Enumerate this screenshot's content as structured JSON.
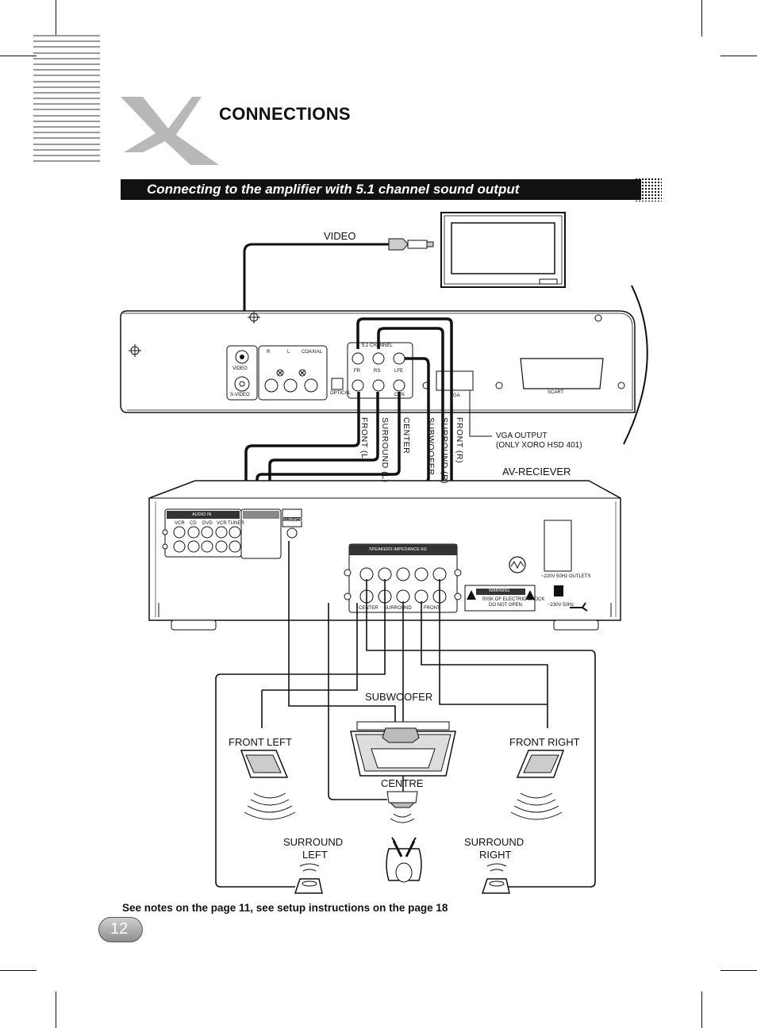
{
  "page": {
    "title": "CONNECTIONS",
    "section_heading": "Connecting to the amplifier with 5.1 channel sound output",
    "footnote": "See notes on the page 11, see setup instructions on the page 18",
    "page_number": "12"
  },
  "diagram": {
    "labels": {
      "video": "VIDEO",
      "vga_output_line1": "VGA OUTPUT",
      "vga_output_line2": "(ONLY XORO HSD 401)",
      "av_receiver": "AV-RECIEVER",
      "subwoofer": "SUBWOOFER",
      "front_left": "FRONT LEFT",
      "front_right": "FRONT RIGHT",
      "centre": "CENTRE",
      "surround_left_line1": "SURROUND",
      "surround_left_line2": "LEFT",
      "surround_right_line1": "SURROUND",
      "surround_right_line2": "RIGHT"
    },
    "cable_labels": [
      "FRONT (L)",
      "SURROUND (L)",
      "CENTER",
      "SUBWOOFER",
      "SURROUND (R)",
      "FRONT (R)"
    ],
    "player_panel": {
      "video": "VIDEO",
      "s_video": "S-VIDEO",
      "r": "R",
      "l": "L",
      "coaxial": "COAXIAL",
      "optical": "OPTICAL",
      "channel": "5.1 CHANNEL",
      "jacks": [
        "FR",
        "RS",
        "LFE",
        "CEN"
      ],
      "vga": "VGA",
      "scart": "SCART"
    },
    "receiver_panel": {
      "audio_in": "AUDIO IN",
      "inputs": [
        "VCR",
        "CD",
        "DVD",
        "VCR",
        "TUNER"
      ],
      "subwoofer_out": "SUBWOOFER",
      "speakers": "SPEAKERS IMPEDANCE 6Ω",
      "speaker_groups": [
        "CENTER",
        "SURROUND",
        "FRONT"
      ],
      "warning": "WARNING",
      "warning_text_1": "RISK OF ELECTRIC SHOCK",
      "warning_text_2": "DO NOT OPEN",
      "outlets": "~220V 50Hz OUTLETS",
      "power": "~230V 50Hz"
    }
  }
}
